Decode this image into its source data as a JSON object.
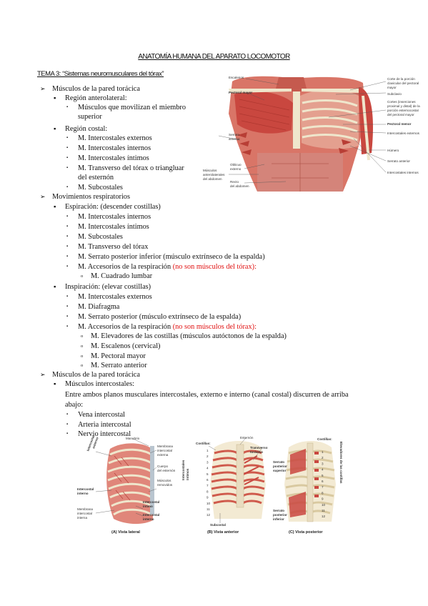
{
  "document": {
    "header_title": "ANATOMÍA HUMANA DEL APARATO LOCOMOTOR",
    "topic_title": "TEMA 3: “Sistemas neuromusculares del tórax”"
  },
  "outline": {
    "s1": "Músculos de la pared torácica",
    "s1_r1": "Región anterolateral:",
    "s1_r1_i1a": "Músculos que movilizan el miembro",
    "s1_r1_i1b": "superior",
    "s1_r2": "Región costal:",
    "s1_r2_i1": "M. Intercostales externos",
    "s1_r2_i2": "M. Intercostales internos",
    "s1_r2_i3": "M. Intercostales íntimos",
    "s1_r2_i4a": "M. Transverso del tórax o triangluar",
    "s1_r2_i4b": "del esternón",
    "s1_r2_i5": "M. Subcostales",
    "s2": "Movimientos respiratorios",
    "s2_exp": "Espiración: (descender costillas)",
    "s2_exp_i1": "M. Intercostales internos",
    "s2_exp_i2": "M. Intercostales íntimos",
    "s2_exp_i3": "M. Subcostales",
    "s2_exp_i4": "M. Transverso del tórax",
    "s2_exp_i5": "M. Serrato posterior inferior (músculo extrínseco de la espalda)",
    "s2_exp_i6": "M. Accesorios de la respiración ",
    "s2_exp_i6_note": "(no son músculos del tórax):",
    "s2_exp_i6_sub1": "M. Cuadrado lumbar",
    "s2_insp": "Inspiración: (elevar costillas)",
    "s2_insp_i1": "M. Intercostales externos",
    "s2_insp_i2": "M. Diafragma",
    "s2_insp_i3": "M. Serrato posterior (músculo extrínseco de la espalda)",
    "s2_insp_i4": "M. Accesorios de la respiración ",
    "s2_insp_i4_note": "(no son músculos del tórax):",
    "s2_insp_i4_sub1": "M. Elevadores de las costillas (músculos autóctonos de la espalda)",
    "s2_insp_i4_sub2": "M. Escalenos (cervical)",
    "s2_insp_i4_sub3": "M. Pectoral mayor",
    "s2_insp_i4_sub4": "M. Serrato anterior",
    "s3": "Músculos de la pared torácica",
    "s3_ic": "Músculos intercostales:",
    "s3_para_a": "Entre ambos planos musculares intercostales, externo e interno (canal costal) discurren de arriba",
    "s3_para_b": "abajo:",
    "s3_i1": "Vena intercostal",
    "s3_i2": "Arteria intercostal",
    "s3_i3": "Nervio intercostal"
  },
  "bullets": {
    "arrow": "➢",
    "dot": "▪",
    "square": "▪",
    "circle": "o"
  },
  "figure_top": {
    "left_labels": {
      "escalenos": "Escalenos",
      "pectoral_mayor": "Pectoral mayor",
      "serrato_anterior_a": "Serrato",
      "serrato_anterior_b": "anterior",
      "musculos_ant_a": "Músculos",
      "musculos_ant_b": "anterolaterales",
      "musculos_ant_c": "del abdomen",
      "oblicuo_a": "Oblicuo",
      "oblicuo_b": "externo",
      "recto_a": "Recto",
      "recto_b": "del abdomen"
    },
    "right_labels": {
      "corte_a": "Corte de la porción",
      "corte_b": "clavicular del pectoral",
      "corte_c": "mayor",
      "subclavio": "Subclavio",
      "cortes_a": "Cortes (inserciones",
      "cortes_b": "proximal y distal) de la",
      "cortes_c": "porción esternocostal",
      "cortes_d": "del pectoral mayor",
      "pectoral_menor": "Pectoral menor",
      "intercostales_externos": "Intercostales externos",
      "humero": "Húmero",
      "serrato_anterior": "Serrato anterior",
      "intercostales_internos": "Intercostales internos"
    }
  },
  "figure_bottom": {
    "a_labels": {
      "manubrio": "Manubrio",
      "intercostal_externo_a": "Intercostal",
      "intercostal_externo_b": "externo",
      "membrana_ext_a": "Membrana",
      "membrana_ext_b": "intercostal",
      "membrana_ext_c": "externa",
      "cuerpo_a": "Cuerpo",
      "cuerpo_b": "del esternón",
      "intercostal_interno_a": "Intercostal",
      "intercostal_interno_b": "interno",
      "musculos_removidos_a": "Músculos",
      "musculos_removidos_b": "removidos",
      "intercostal_intimo_a": "Intercostal",
      "intercostal_intimo_b": "íntimo",
      "membrana_int_a": "Membrana",
      "membrana_int_b": "intercostal",
      "membrana_int_c": "interna",
      "intercostal_interno2_a": "Intercostal",
      "intercostal_interno2_b": "interno"
    },
    "b_labels": {
      "costillas": "Costillas:",
      "esternon": "Esternón",
      "transverso_a": "Transverso",
      "transverso_b": "torácico",
      "intercostales_intimos_a": "Intercostales",
      "intercostales_intimos_b": "íntimos",
      "subcostal": "Subcostal"
    },
    "c_labels": {
      "costillas": "Costillas:",
      "elevadores": "Elevadores de las costillas",
      "serrato_sup_a": "Serrato",
      "serrato_sup_b": "posterior",
      "serrato_sup_c": "superior",
      "serrato_inf_a": "Serrato",
      "serrato_inf_b": "posterior",
      "serrato_inf_c": "inferior"
    },
    "rib_numbers": [
      "1",
      "2",
      "3",
      "4",
      "5",
      "6",
      "7",
      "8",
      "9",
      "10",
      "11",
      "12"
    ],
    "captions": {
      "a": "(A)  Vista lateral",
      "b": "(B)  Vista anterior",
      "c": "(C)  Vista posterior"
    }
  },
  "colors": {
    "text": "#111111",
    "red_note": "#e01010",
    "muscle": "#c8504a",
    "muscle_light": "#e0867a",
    "bone": "#efe6cc",
    "bone_shade": "#d9c9a0",
    "tendon": "#b9c5cf"
  }
}
